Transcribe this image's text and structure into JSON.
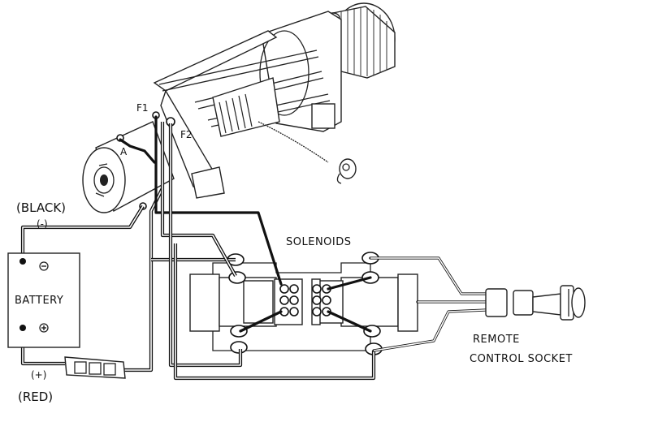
{
  "labels": {
    "f1": "F1",
    "f2": "F2",
    "a": "A",
    "black": "(BLACK)",
    "minus": "(-)",
    "battery": "BATTERY",
    "plus": "(+)",
    "red": "(RED)",
    "solenoids": "SOLENOIDS",
    "remote_line1": "REMOTE",
    "remote_line2": "CONTROL SOCKET"
  },
  "icons": {
    "battery_negative": "minus-terminal-icon",
    "battery_positive": "plus-terminal-icon"
  }
}
